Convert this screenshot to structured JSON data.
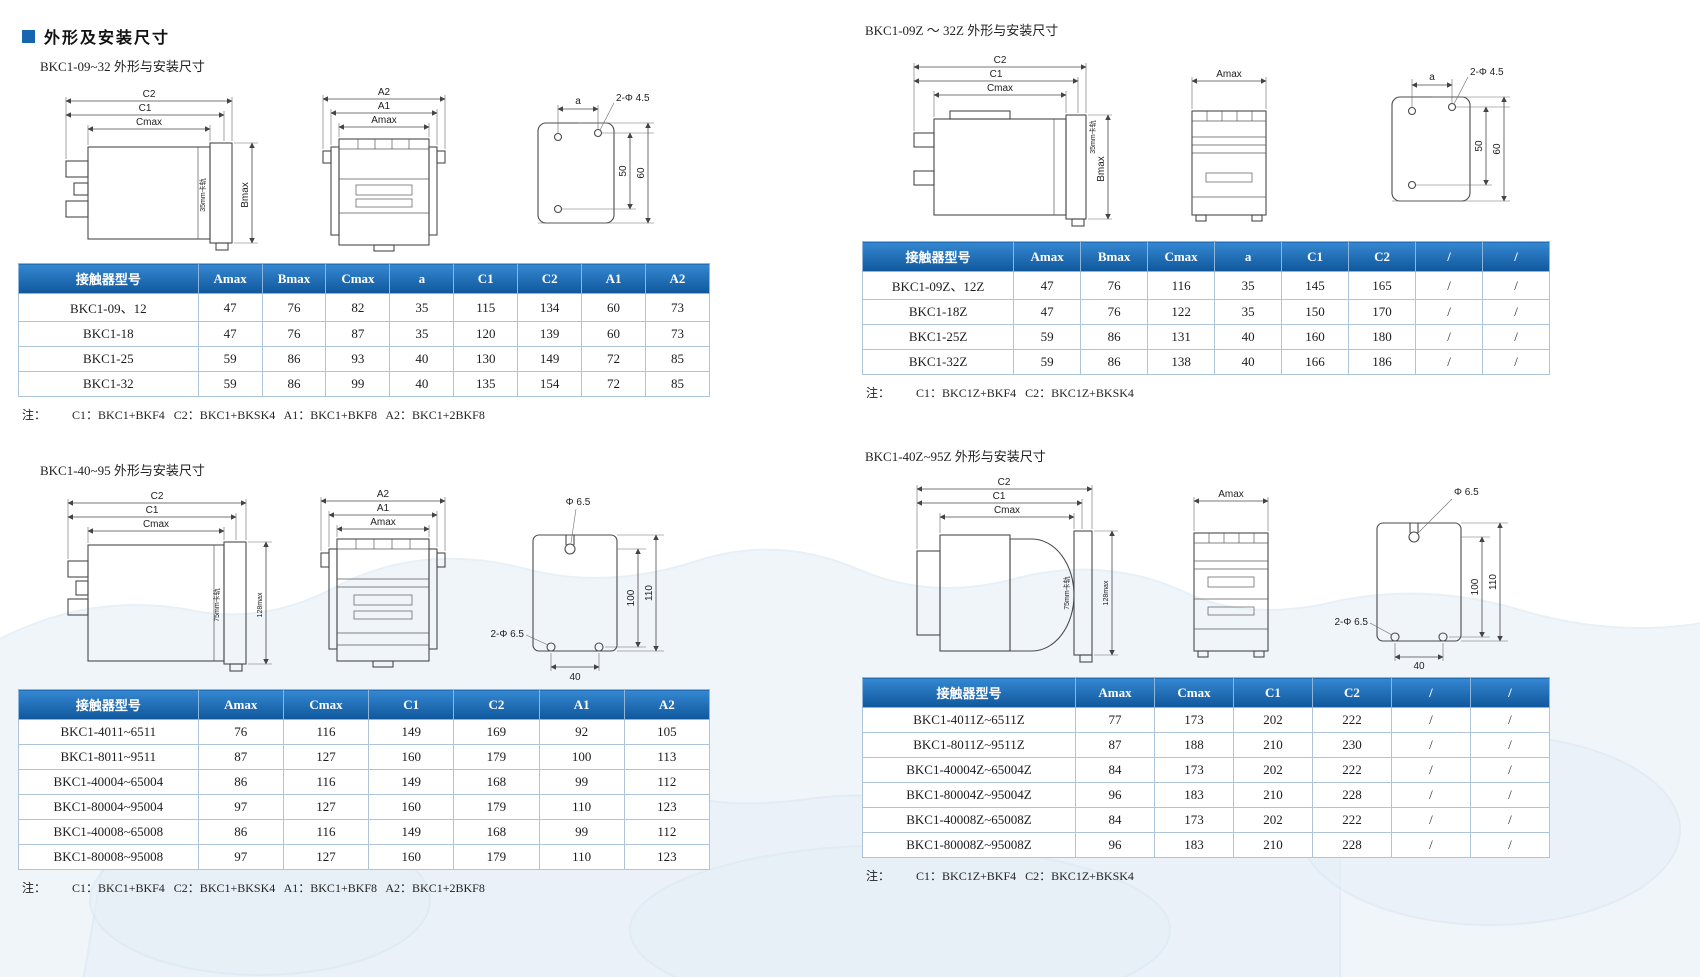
{
  "page": {
    "title": "外形及安装尺寸",
    "bullet_icon": "blue-square"
  },
  "colors": {
    "header_blue": "#1b6ab5",
    "accent": "#1565b0",
    "map_watermark": "#e5eef7"
  },
  "sections": [
    {
      "subtitle": "BKC1-09~32 外形与安装尺寸",
      "labels": {
        "c2": "C2",
        "c1": "C1",
        "cmax": "Cmax",
        "bmax": "Bmax",
        "rail": "35mm卡轨",
        "a2": "A2",
        "a1": "A1",
        "amax": "Amax",
        "a": "a",
        "holes": "2-Φ 4.5",
        "d50": "50",
        "d60": "60"
      },
      "table": {
        "headers": [
          "接触器型号",
          "Amax",
          "Bmax",
          "Cmax",
          "a",
          "C1",
          "C2",
          "A1",
          "A2"
        ],
        "rows": [
          [
            "BKC1-09、12",
            "47",
            "76",
            "82",
            "35",
            "115",
            "134",
            "60",
            "73"
          ],
          [
            "BKC1-18",
            "47",
            "76",
            "87",
            "35",
            "120",
            "139",
            "60",
            "73"
          ],
          [
            "BKC1-25",
            "59",
            "86",
            "93",
            "40",
            "130",
            "149",
            "72",
            "85"
          ],
          [
            "BKC1-32",
            "59",
            "86",
            "99",
            "40",
            "135",
            "154",
            "72",
            "85"
          ]
        ]
      },
      "note_label": "注：",
      "note": "C1：BKC1+BKF4   C2：BKC1+BKSK4   A1：BKC1+BKF8   A2：BKC1+2BKF8"
    },
    {
      "subtitle": "BKC1-09Z ～ 32Z 外形与安装尺寸",
      "labels": {
        "c2": "C2",
        "c1": "C1",
        "cmax": "Cmax",
        "bmax": "Bmax",
        "rail": "35mm卡轨",
        "amax": "Amax",
        "a": "a",
        "holes": "2-Φ 4.5",
        "d50": "50",
        "d60": "60"
      },
      "table": {
        "headers": [
          "接触器型号",
          "Amax",
          "Bmax",
          "Cmax",
          "a",
          "C1",
          "C2",
          "/",
          "/"
        ],
        "rows": [
          [
            "BKC1-09Z、12Z",
            "47",
            "76",
            "116",
            "35",
            "145",
            "165",
            "/",
            "/"
          ],
          [
            "BKC1-18Z",
            "47",
            "76",
            "122",
            "35",
            "150",
            "170",
            "/",
            "/"
          ],
          [
            "BKC1-25Z",
            "59",
            "86",
            "131",
            "40",
            "160",
            "180",
            "/",
            "/"
          ],
          [
            "BKC1-32Z",
            "59",
            "86",
            "138",
            "40",
            "166",
            "186",
            "/",
            "/"
          ]
        ]
      },
      "note_label": "注：",
      "note": "C1：BKC1Z+BKF4   C2：BKC1Z+BKSK4"
    },
    {
      "subtitle": "BKC1-40~95 外形与安装尺寸",
      "labels": {
        "c2": "C2",
        "c1": "C1",
        "cmax": "Cmax",
        "rail": "75mm卡轨",
        "hmax": "128max",
        "a2": "A2",
        "a1": "A1",
        "amax": "Amax",
        "hole_top": "Φ 6.5",
        "holes": "2-Φ 6.5",
        "d100": "100",
        "d110": "110",
        "d40": "40"
      },
      "table": {
        "headers": [
          "接触器型号",
          "Amax",
          "Cmax",
          "C1",
          "C2",
          "A1",
          "A2"
        ],
        "rows": [
          [
            "BKC1-4011~6511",
            "76",
            "116",
            "149",
            "169",
            "92",
            "105"
          ],
          [
            "BKC1-8011~9511",
            "87",
            "127",
            "160",
            "179",
            "100",
            "113"
          ],
          [
            "BKC1-40004~65004",
            "86",
            "116",
            "149",
            "168",
            "99",
            "112"
          ],
          [
            "BKC1-80004~95004",
            "97",
            "127",
            "160",
            "179",
            "110",
            "123"
          ],
          [
            "BKC1-40008~65008",
            "86",
            "116",
            "149",
            "168",
            "99",
            "112"
          ],
          [
            "BKC1-80008~95008",
            "97",
            "127",
            "160",
            "179",
            "110",
            "123"
          ]
        ]
      },
      "note_label": "注：",
      "note": "C1：BKC1+BKF4   C2：BKC1+BKSK4   A1：BKC1+BKF8   A2：BKC1+2BKF8"
    },
    {
      "subtitle": "BKC1-40Z~95Z 外形与安装尺寸",
      "labels": {
        "c2": "C2",
        "c1": "C1",
        "cmax": "Cmax",
        "rail": "75mm卡轨",
        "hmax": "128max",
        "amax": "Amax",
        "hole_top": "Φ 6.5",
        "holes": "2-Φ 6.5",
        "d100": "100",
        "d110": "110",
        "d40": "40"
      },
      "table": {
        "headers": [
          "接触器型号",
          "Amax",
          "Cmax",
          "C1",
          "C2",
          "/",
          "/"
        ],
        "rows": [
          [
            "BKC1-4011Z~6511Z",
            "77",
            "173",
            "202",
            "222",
            "/",
            "/"
          ],
          [
            "BKC1-8011Z~9511Z",
            "87",
            "188",
            "210",
            "230",
            "/",
            "/"
          ],
          [
            "BKC1-40004Z~65004Z",
            "84",
            "173",
            "202",
            "222",
            "/",
            "/"
          ],
          [
            "BKC1-80004Z~95004Z",
            "96",
            "183",
            "210",
            "228",
            "/",
            "/"
          ],
          [
            "BKC1-40008Z~65008Z",
            "84",
            "173",
            "202",
            "222",
            "/",
            "/"
          ],
          [
            "BKC1-80008Z~95008Z",
            "96",
            "183",
            "210",
            "228",
            "/",
            "/"
          ]
        ]
      },
      "note_label": "注：",
      "note": "C1：BKC1Z+BKF4   C2：BKC1Z+BKSK4"
    }
  ]
}
